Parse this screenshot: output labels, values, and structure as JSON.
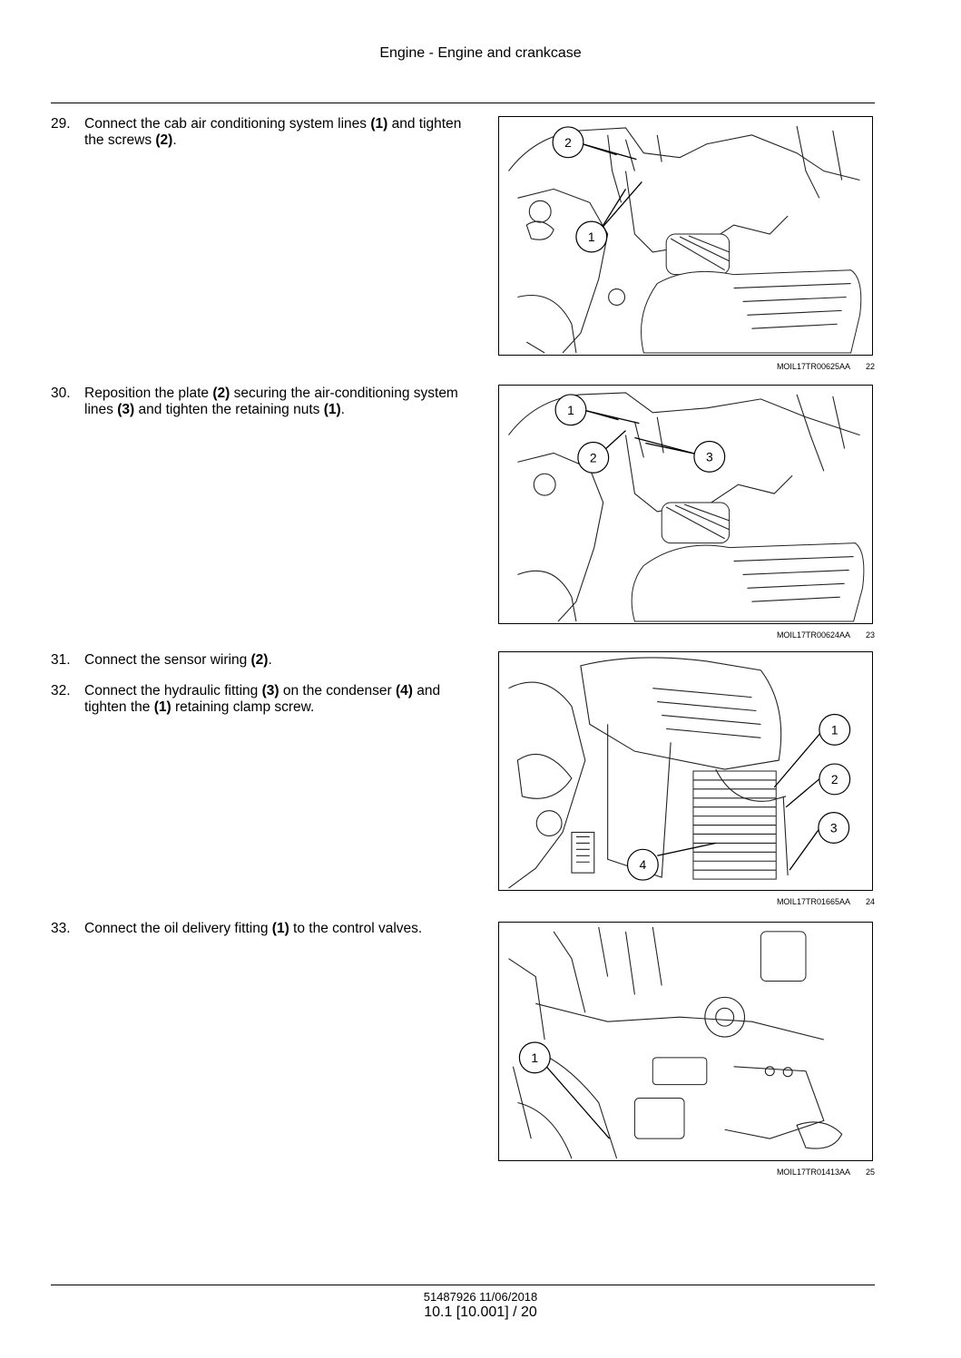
{
  "header": {
    "title": "Engine - Engine and crankcase"
  },
  "steps": [
    {
      "number": "29.",
      "segments": [
        {
          "t": "Connect the cab air conditioning system lines "
        },
        {
          "t": "(1)",
          "b": true
        },
        {
          "t": " and tighten the screws "
        },
        {
          "t": "(2)",
          "b": true
        },
        {
          "t": "."
        }
      ]
    },
    {
      "number": "30.",
      "segments": [
        {
          "t": "Reposition the plate "
        },
        {
          "t": "(2)",
          "b": true
        },
        {
          "t": " securing the air-conditioning system lines "
        },
        {
          "t": "(3)",
          "b": true
        },
        {
          "t": " and tighten the retaining nuts "
        },
        {
          "t": "(1)",
          "b": true
        },
        {
          "t": "."
        }
      ]
    },
    {
      "number": "31.",
      "segments": [
        {
          "t": "Connect the sensor wiring "
        },
        {
          "t": "(2)",
          "b": true
        },
        {
          "t": "."
        }
      ]
    },
    {
      "number": "32.",
      "segments": [
        {
          "t": "Connect the hydraulic fitting "
        },
        {
          "t": "(3)",
          "b": true
        },
        {
          "t": " on the condenser "
        },
        {
          "t": "(4)",
          "b": true
        },
        {
          "t": " and tighten the "
        },
        {
          "t": "(1)",
          "b": true
        },
        {
          "t": " retaining clamp screw."
        }
      ]
    },
    {
      "number": "33.",
      "segments": [
        {
          "t": "Connect the oil delivery fitting "
        },
        {
          "t": "(1)",
          "b": true
        },
        {
          "t": " to the control valves."
        }
      ]
    }
  ],
  "figures": [
    {
      "code": "MOIL17TR00625AA",
      "number": "22",
      "callouts": [
        "2",
        "1"
      ]
    },
    {
      "code": "MOIL17TR00624AA",
      "number": "23",
      "callouts": [
        "1",
        "2",
        "3"
      ]
    },
    {
      "code": "MOIL17TR01665AA",
      "number": "24",
      "callouts": [
        "1",
        "2",
        "3",
        "4"
      ]
    },
    {
      "code": "MOIL17TR01413AA",
      "number": "25",
      "callouts": [
        "1"
      ]
    }
  ],
  "footer": {
    "doc_code": "51487926 11/06/2018",
    "page": "10.1 [10.001] / 20"
  }
}
